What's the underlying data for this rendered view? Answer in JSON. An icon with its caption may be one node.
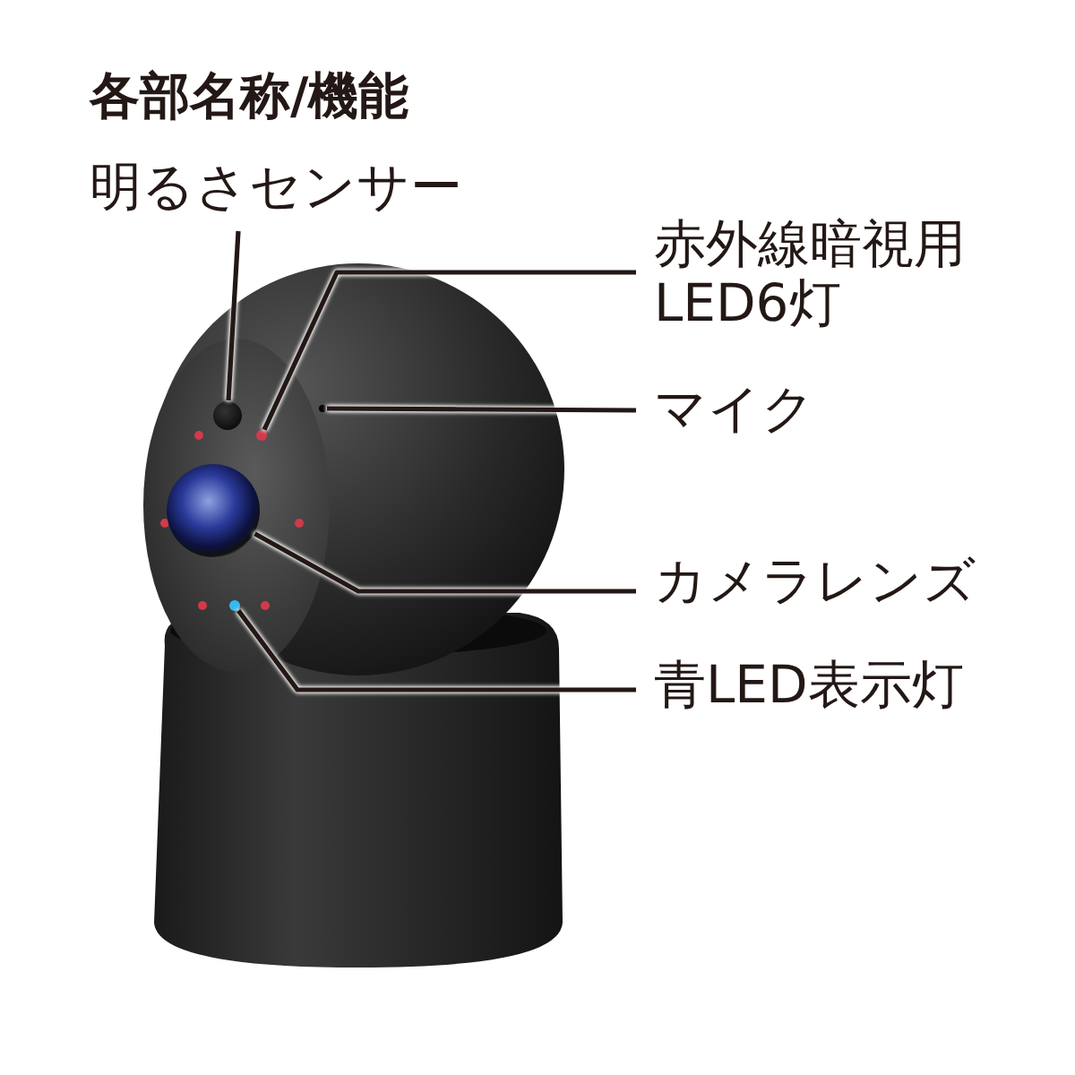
{
  "diagram": {
    "title": "各部名称/機能",
    "nodes": [
      {
        "text": [
          "明るさセンサー"
        ]
      },
      {
        "text": [
          "赤外線暗視用LED6灯"
        ]
      },
      {
        "text": [
          "マイク"
        ]
      },
      {
        "text": [
          "カメラレンズ"
        ]
      },
      {
        "text": [
          "青LED表示灯"
        ]
      },
      {
        "text": [],
        "shape": "circle"
      },
      {
        "text": [],
        "shape": "circle"
      },
      {
        "text": [],
        "shape": "circle"
      },
      {
        "text": [],
        "shape": "circle"
      },
      {
        "text": [],
        "shape": "circle"
      }
    ],
    "edges": [
      {
        "from": 0,
        "to": 5,
        "arrow": "none"
      },
      {
        "from": 1,
        "to": 6,
        "arrow": "none"
      },
      {
        "from": 2,
        "to": 7,
        "arrow": "none"
      },
      {
        "from": 3,
        "to": 8,
        "arrow": "none"
      },
      {
        "from": 4,
        "to": 9,
        "arrow": "none"
      }
    ]
  }
}
